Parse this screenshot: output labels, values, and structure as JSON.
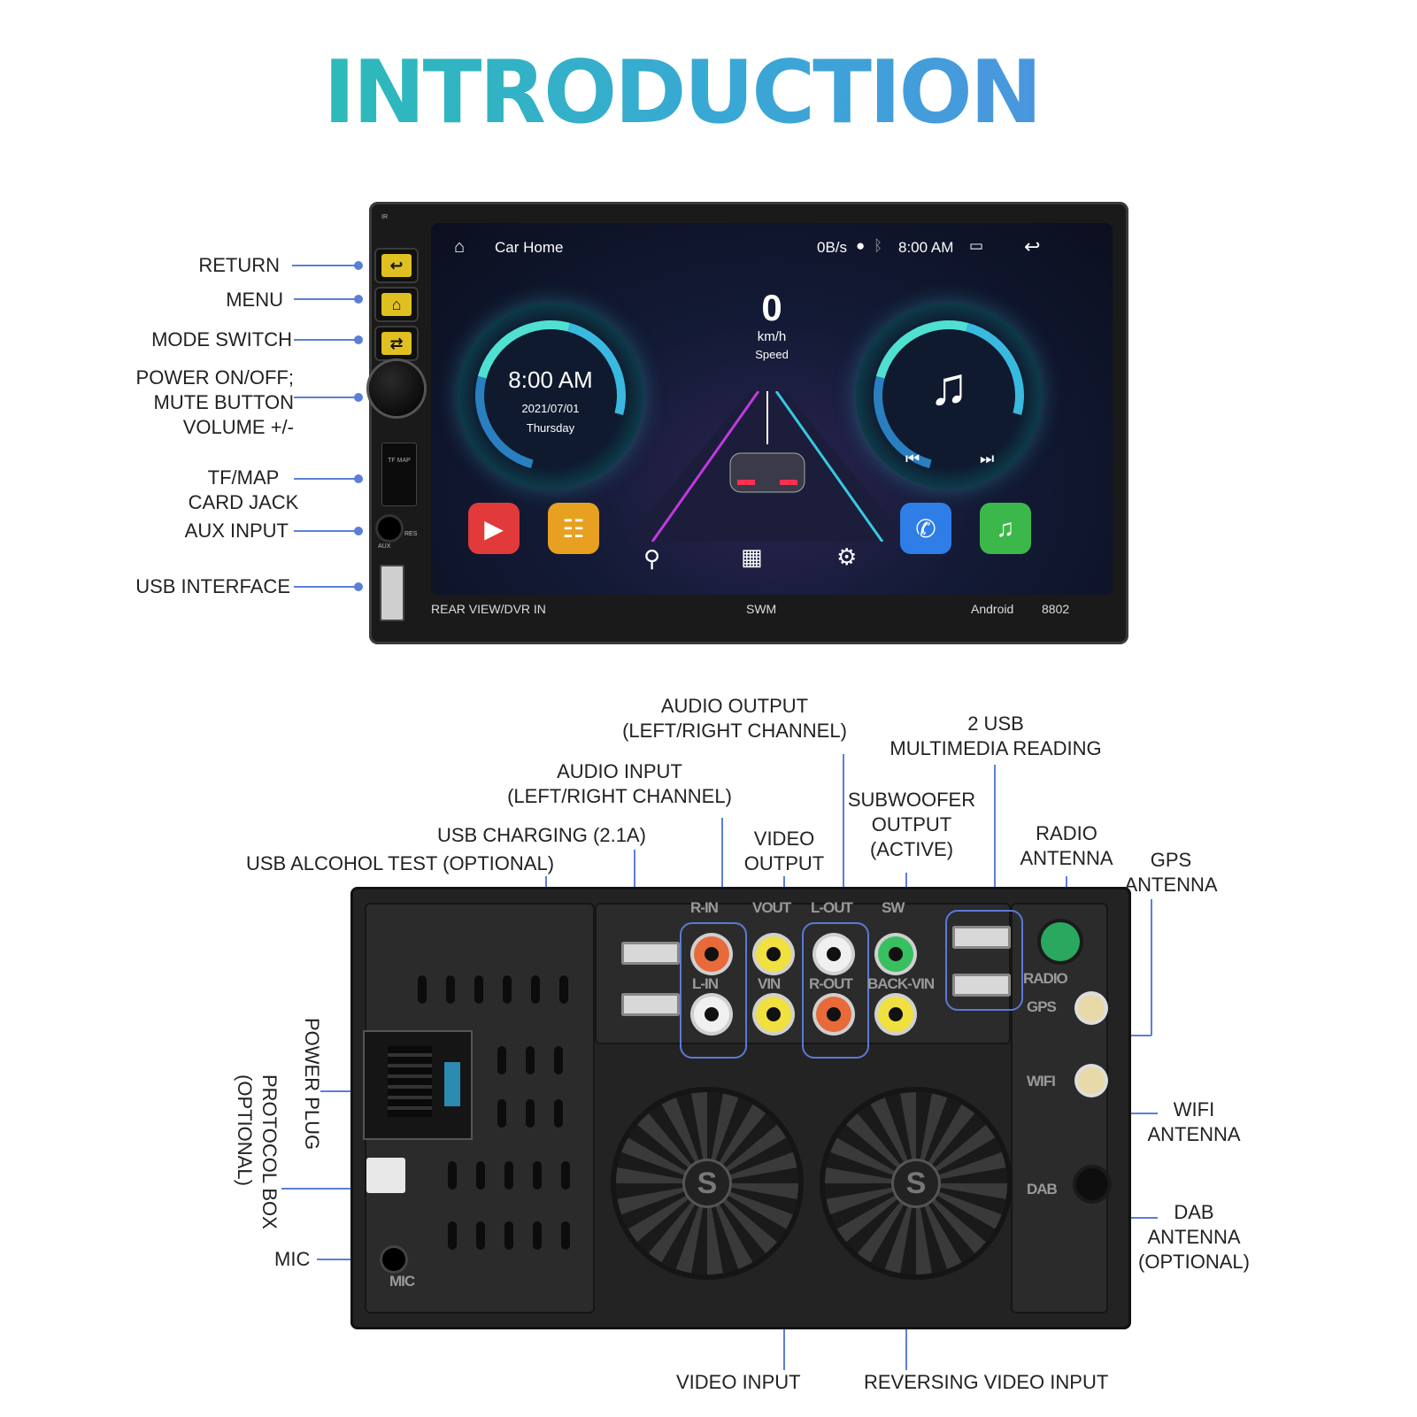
{
  "title": "INTRODUCTION",
  "front": {
    "labels": {
      "return": "RETURN",
      "menu": "MENU",
      "mode_switch": "MODE SWITCH",
      "power_1": "POWER ON/OFF;",
      "power_2": "MUTE BUTTON",
      "power_3": "VOLUME +/-",
      "tf_1": "TF/MAP",
      "tf_2": "CARD JACK",
      "aux": "AUX INPUT",
      "usb": "USB INTERFACE"
    },
    "screen": {
      "home": "Car Home",
      "net": "0B/s",
      "time_top": "8:00 AM",
      "clock_time": "8:00 AM",
      "clock_date": "2021/07/01",
      "clock_day": "Thursday",
      "speed": "0",
      "speed_unit": "km/h",
      "speed_label": "Speed"
    },
    "bezel": {
      "ir": "IR",
      "rear_view": "REAR VIEW/DVR IN",
      "brand": "SWM",
      "os": "Android",
      "model": "8802",
      "tf_map": "TF MAP",
      "aux_small": "AUX",
      "res": "RES"
    }
  },
  "back": {
    "labels": {
      "audio_out_1": "AUDIO OUTPUT",
      "audio_out_2": "(LEFT/RIGHT CHANNEL)",
      "usb2_1": "2 USB",
      "usb2_2": "MULTIMEDIA READING",
      "audio_in_1": "AUDIO INPUT",
      "audio_in_2": "(LEFT/RIGHT CHANNEL)",
      "sub_1": "SUBWOOFER",
      "sub_2": "OUTPUT",
      "sub_3": "(ACTIVE)",
      "usb_charge": "USB CHARGING (2.1A)",
      "video_out_1": "VIDEO",
      "video_out_2": "OUTPUT",
      "radio_1": "RADIO",
      "radio_2": "ANTENNA",
      "gps_1": "GPS",
      "gps_2": "ANTENNA",
      "alcohol": "USB ALCOHOL TEST (OPTIONAL)",
      "power_plug": "POWER PLUG",
      "protocol_1": "PROTOCOL BOX",
      "protocol_2": "(OPTIONAL)",
      "wifi_1": "WIFI",
      "wifi_2": "ANTENNA",
      "dab_1": "DAB",
      "dab_2": "ANTENNA",
      "dab_3": "(OPTIONAL)",
      "mic": "MIC",
      "video_in": "VIDEO INPUT",
      "rev_video": "REVERSING VIDEO INPUT"
    },
    "embossed": {
      "rin": "R-IN",
      "vout": "VOUT",
      "lout": "L-OUT",
      "sw": "SW",
      "lin": "L-IN",
      "vin": "VIN",
      "rout": "R-OUT",
      "backvin": "BACK-VIN",
      "radio": "RADIO",
      "gps": "GPS",
      "wifi": "WIFI",
      "dab": "DAB",
      "mic": "MIC"
    }
  },
  "colors": {
    "leader": "#5b7fd8",
    "title_start": "#22c9a3",
    "title_end": "#5b83e6"
  }
}
